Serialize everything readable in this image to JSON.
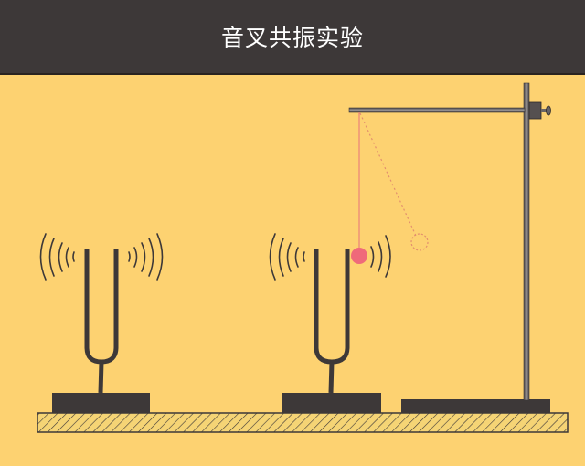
{
  "header": {
    "title": "音叉共振实验"
  },
  "colors": {
    "background": "#fdd271",
    "header": "#3d3838",
    "title_text": "#ffffff",
    "fork": "#3d3838",
    "base": "#3d3838",
    "table_fill": "#f5d475",
    "table_hatch": "#3d3838",
    "stand_rod": "#5a5656",
    "ball": "#ef6a7a",
    "string": "#e8737a",
    "dotted_path": "#e28f6e"
  },
  "scene": {
    "elements": [
      "tuning-fork-left (vibrating)",
      "tuning-fork-right (vibrating)",
      "pendulum-ball (touching right fork)",
      "pendulum-ball-ghost (swung position, dotted)",
      "iron-stand with clamp",
      "table (hatched)"
    ]
  }
}
